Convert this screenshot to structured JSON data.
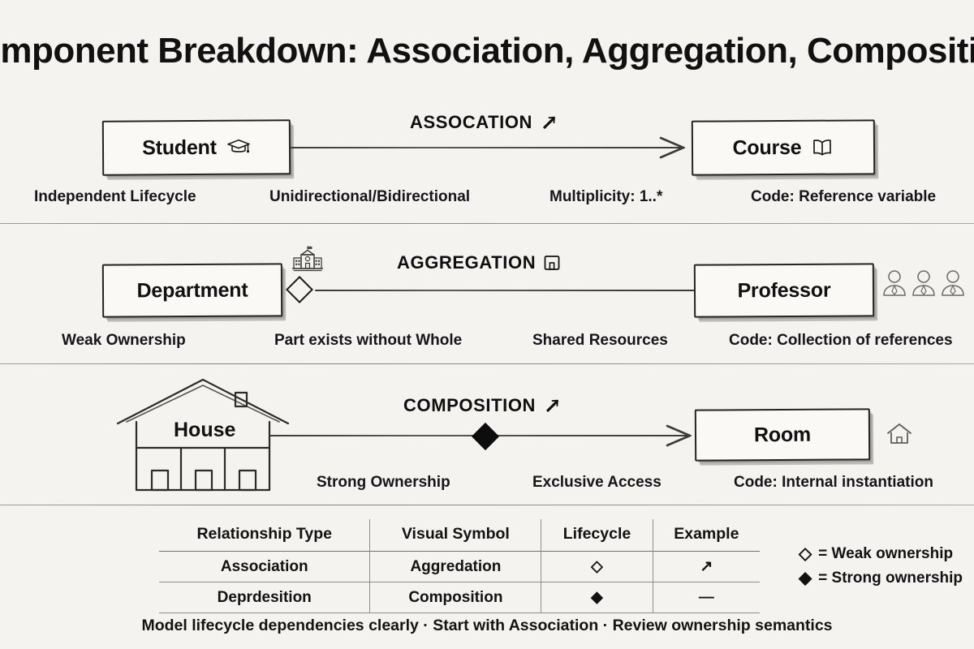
{
  "title": "Component Breakdown: Association, Aggregation, Composition",
  "background_color": "#f4f3ef",
  "ink_color": "#111111",
  "sections": [
    {
      "id": "association",
      "heading": "ASSOCATION",
      "heading_icon": "arrow-up-right-icon",
      "left_box": {
        "label": "Student",
        "icon": "graduation-cap-icon"
      },
      "right_box": {
        "label": "Course",
        "icon": "open-book-icon"
      },
      "connector": "arrow",
      "symbol": "none",
      "captions": [
        "Independent Lifecycle",
        "Unidirectional/Bidirectional",
        "Multiplicity: 1..*",
        "Code: Reference variable"
      ]
    },
    {
      "id": "aggregation",
      "heading": "AGGREGATION",
      "heading_icon": "building-icon",
      "left_box": {
        "label": "Department",
        "icon": "school-building-icon"
      },
      "right_box": {
        "label": "Professor",
        "icon": "three-people-icon"
      },
      "connector": "plain",
      "symbol": "hollow-diamond",
      "captions": [
        "Weak Ownership",
        "Part exists without Whole",
        "Shared Resources",
        "Code: Collection of references"
      ]
    },
    {
      "id": "composition",
      "heading": "COMPOSITION",
      "heading_icon": "arrow-up-right-icon",
      "left_box": {
        "label": "House",
        "icon": "house-drawing-icon"
      },
      "right_box": {
        "label": "Room",
        "icon": "house-outline-icon"
      },
      "connector": "arrow",
      "symbol": "filled-diamond",
      "captions": [
        "Strong Ownership",
        "Exclusive Access",
        "Code: Internal instantiation"
      ]
    }
  ],
  "summary_table": {
    "headers": [
      "Relationship Type",
      "Visual Symbol",
      "Lifecycle",
      "Example"
    ],
    "rows": [
      [
        "Association",
        "Aggredation",
        "◇",
        "↗"
      ],
      [
        "Deprdesition",
        "Composition",
        "◆",
        "—"
      ]
    ]
  },
  "legend": [
    {
      "symbol": "◇",
      "text": "= Weak ownership"
    },
    {
      "symbol": "◆",
      "text": "= Strong ownership"
    }
  ],
  "footer": "Model lifecycle dependencies clearly · Start with Association · Review ownership semantics"
}
